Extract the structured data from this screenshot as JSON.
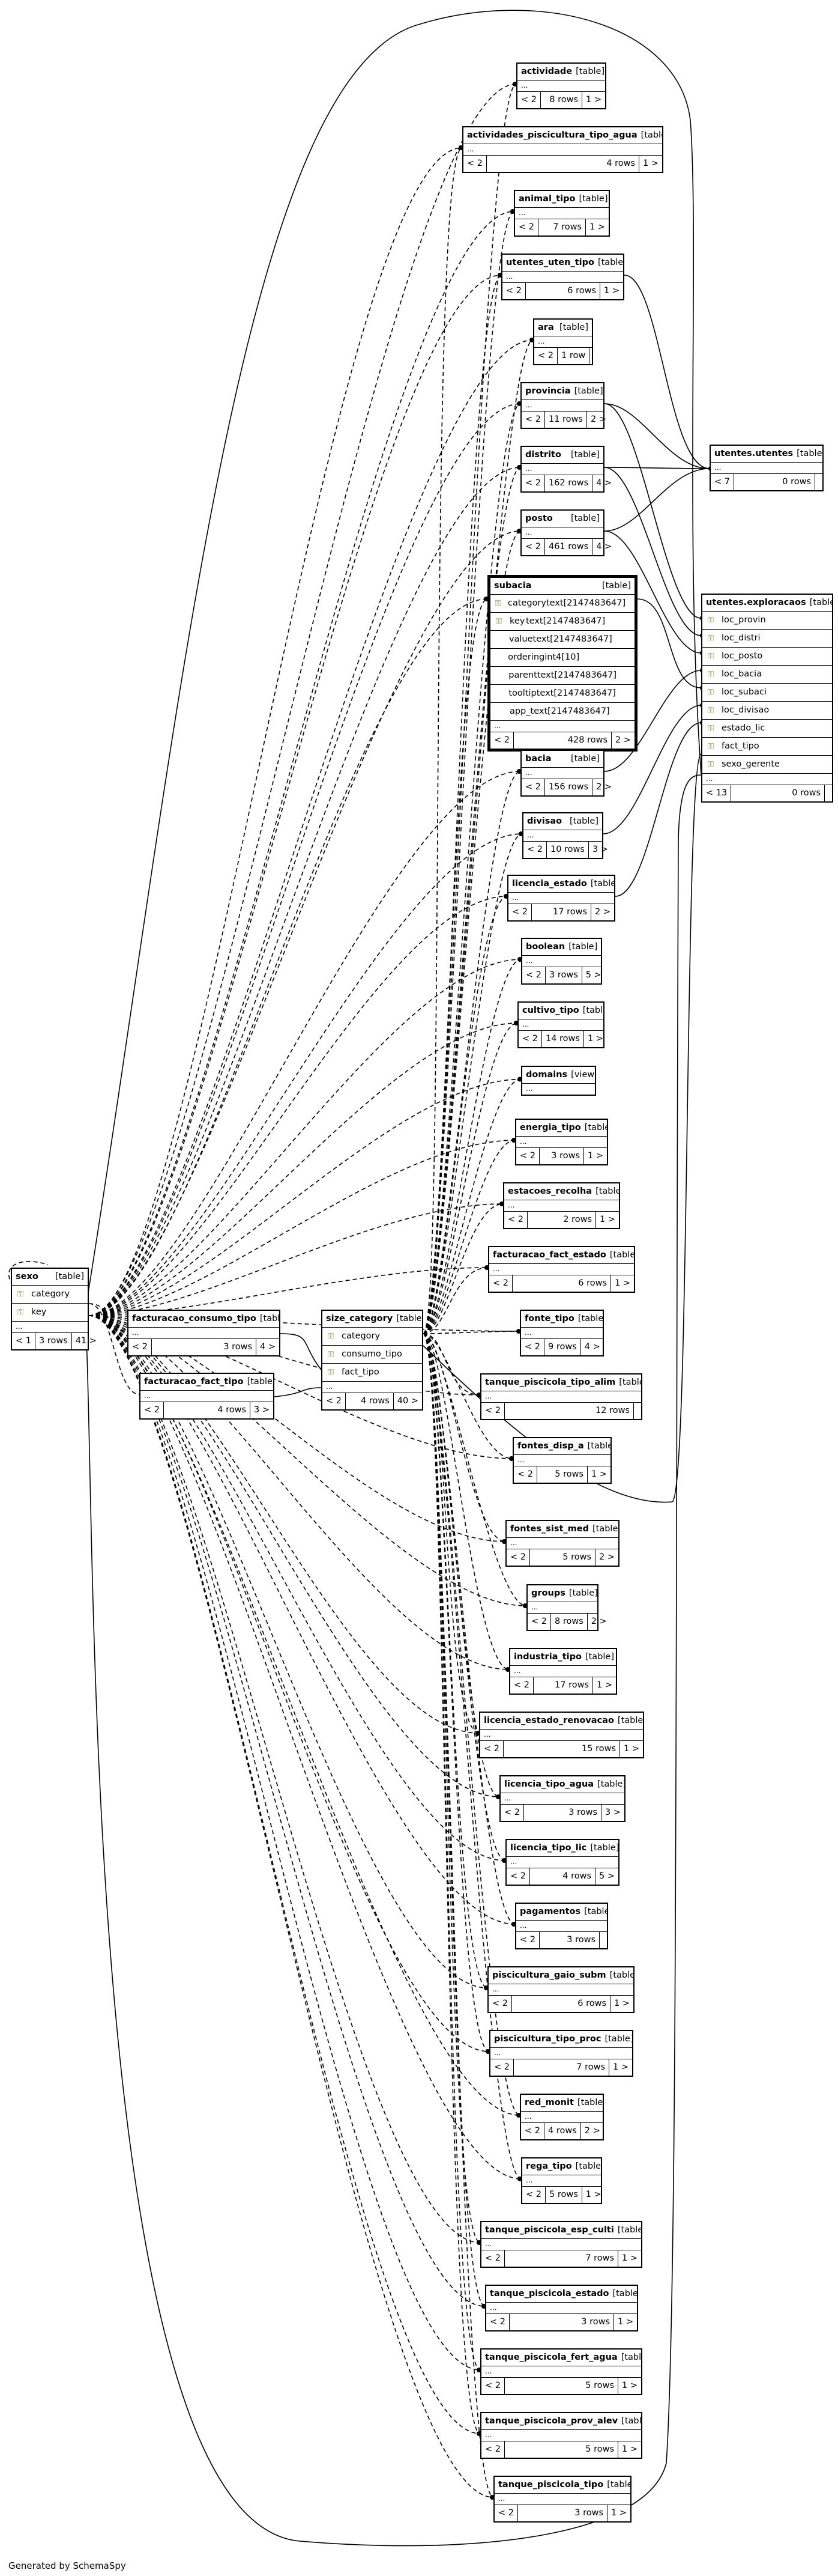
{
  "diagram": {
    "generated_by": "Generated by SchemaSpy",
    "tables": [
      {
        "id": "actividade",
        "name": "actividade",
        "type": "[table]",
        "nav_prev": "< 2",
        "rows": "8 rows",
        "nav_next": "1 >"
      },
      {
        "id": "actividades_piscicultura_tipo_agua",
        "name": "actividades_piscicultura_tipo_agua",
        "type": "[table]",
        "nav_prev": "< 2",
        "rows": "4 rows",
        "nav_next": "1 >"
      },
      {
        "id": "animal_tipo",
        "name": "animal_tipo",
        "type": "[table]",
        "nav_prev": "< 2",
        "rows": "7 rows",
        "nav_next": "1 >"
      },
      {
        "id": "utentes_uten_tipo",
        "name": "utentes_uten_tipo",
        "type": "[table]",
        "nav_prev": "< 2",
        "rows": "6 rows",
        "nav_next": "1 >"
      },
      {
        "id": "ara",
        "name": "ara",
        "type": "[table]",
        "nav_prev": "< 2",
        "rows": "1 row",
        "nav_next": ""
      },
      {
        "id": "provincia",
        "name": "provincia",
        "type": "[table]",
        "nav_prev": "< 2",
        "rows": "11 rows",
        "nav_next": "2 >"
      },
      {
        "id": "distrito",
        "name": "distrito",
        "type": "[table]",
        "nav_prev": "< 2",
        "rows": "162 rows",
        "nav_next": "4 >"
      },
      {
        "id": "posto",
        "name": "posto",
        "type": "[table]",
        "nav_prev": "< 2",
        "rows": "461 rows",
        "nav_next": "4 >"
      },
      {
        "id": "subacia",
        "name": "subacia",
        "type": "[table]",
        "nav_prev": "< 2",
        "rows": "428 rows",
        "nav_next": "2 >",
        "columns": [
          {
            "key": true,
            "name": "category",
            "type": "text[2147483647]"
          },
          {
            "key": true,
            "name": "key",
            "type": "text[2147483647]"
          },
          {
            "key": false,
            "name": "value",
            "type": "text[2147483647]"
          },
          {
            "key": false,
            "name": "ordering",
            "type": "int4[10]"
          },
          {
            "key": false,
            "name": "parent",
            "type": "text[2147483647]"
          },
          {
            "key": false,
            "name": "tooltip",
            "type": "text[2147483647]"
          },
          {
            "key": false,
            "name": "app",
            "type": "_text[2147483647]"
          }
        ]
      },
      {
        "id": "bacia",
        "name": "bacia",
        "type": "[table]",
        "nav_prev": "< 2",
        "rows": "156 rows",
        "nav_next": "2 >"
      },
      {
        "id": "divisao",
        "name": "divisao",
        "type": "[table]",
        "nav_prev": "< 2",
        "rows": "10 rows",
        "nav_next": "3 >"
      },
      {
        "id": "licencia_estado",
        "name": "licencia_estado",
        "type": "[table]",
        "nav_prev": "< 2",
        "rows": "17 rows",
        "nav_next": "2 >"
      },
      {
        "id": "boolean",
        "name": "boolean",
        "type": "[table]",
        "nav_prev": "< 2",
        "rows": "3 rows",
        "nav_next": "5 >"
      },
      {
        "id": "cultivo_tipo",
        "name": "cultivo_tipo",
        "type": "[table]",
        "nav_prev": "< 2",
        "rows": "14 rows",
        "nav_next": "1 >"
      },
      {
        "id": "domains",
        "name": "domains",
        "type": "[view]",
        "nav_prev": "",
        "rows": "",
        "nav_next": ""
      },
      {
        "id": "energia_tipo",
        "name": "energia_tipo",
        "type": "[table]",
        "nav_prev": "< 2",
        "rows": "3 rows",
        "nav_next": "1 >"
      },
      {
        "id": "estacoes_recolha",
        "name": "estacoes_recolha",
        "type": "[table]",
        "nav_prev": "< 2",
        "rows": "2 rows",
        "nav_next": "1 >"
      },
      {
        "id": "facturacao_fact_estado",
        "name": "facturacao_fact_estado",
        "type": "[table]",
        "nav_prev": "< 2",
        "rows": "6 rows",
        "nav_next": "1 >"
      },
      {
        "id": "fonte_tipo",
        "name": "fonte_tipo",
        "type": "[table]",
        "nav_prev": "< 2",
        "rows": "9 rows",
        "nav_next": "4 >"
      },
      {
        "id": "tanque_piscicola_tipo_alim",
        "name": "tanque_piscicola_tipo_alim",
        "type": "[table]",
        "nav_prev": "< 2",
        "rows": "12 rows",
        "nav_next": ""
      },
      {
        "id": "fontes_disp_a",
        "name": "fontes_disp_a",
        "type": "[table]",
        "nav_prev": "< 2",
        "rows": "5 rows",
        "nav_next": "1 >"
      },
      {
        "id": "fontes_sist_med",
        "name": "fontes_sist_med",
        "type": "[table]",
        "nav_prev": "< 2",
        "rows": "5 rows",
        "nav_next": "2 >"
      },
      {
        "id": "groups",
        "name": "groups",
        "type": "[table]",
        "nav_prev": "< 2",
        "rows": "8 rows",
        "nav_next": "2 >"
      },
      {
        "id": "industria_tipo",
        "name": "industria_tipo",
        "type": "[table]",
        "nav_prev": "< 2",
        "rows": "17 rows",
        "nav_next": "1 >"
      },
      {
        "id": "licencia_estado_renovacao",
        "name": "licencia_estado_renovacao",
        "type": "[table]",
        "nav_prev": "< 2",
        "rows": "15 rows",
        "nav_next": "1 >"
      },
      {
        "id": "licencia_tipo_agua",
        "name": "licencia_tipo_agua",
        "type": "[table]",
        "nav_prev": "< 2",
        "rows": "3 rows",
        "nav_next": "3 >"
      },
      {
        "id": "licencia_tipo_lic",
        "name": "licencia_tipo_lic",
        "type": "[table]",
        "nav_prev": "< 2",
        "rows": "4 rows",
        "nav_next": "5 >"
      },
      {
        "id": "pagamentos",
        "name": "pagamentos",
        "type": "[table]",
        "nav_prev": "< 2",
        "rows": "3 rows",
        "nav_next": ""
      },
      {
        "id": "piscicultura_gaio_subm",
        "name": "piscicultura_gaio_subm",
        "type": "[table]",
        "nav_prev": "< 2",
        "rows": "6 rows",
        "nav_next": "1 >"
      },
      {
        "id": "piscicultura_tipo_proc",
        "name": "piscicultura_tipo_proc",
        "type": "[table]",
        "nav_prev": "< 2",
        "rows": "7 rows",
        "nav_next": "1 >"
      },
      {
        "id": "red_monit",
        "name": "red_monit",
        "type": "[table]",
        "nav_prev": "< 2",
        "rows": "4 rows",
        "nav_next": "2 >"
      },
      {
        "id": "rega_tipo",
        "name": "rega_tipo",
        "type": "[table]",
        "nav_prev": "< 2",
        "rows": "5 rows",
        "nav_next": "1 >"
      },
      {
        "id": "tanque_piscicola_esp_culti",
        "name": "tanque_piscicola_esp_culti",
        "type": "[table]",
        "nav_prev": "< 2",
        "rows": "7 rows",
        "nav_next": "1 >"
      },
      {
        "id": "tanque_piscicola_estado",
        "name": "tanque_piscicola_estado",
        "type": "[table]",
        "nav_prev": "< 2",
        "rows": "3 rows",
        "nav_next": "1 >"
      },
      {
        "id": "tanque_piscicola_fert_agua",
        "name": "tanque_piscicola_fert_agua",
        "type": "[table]",
        "nav_prev": "< 2",
        "rows": "5 rows",
        "nav_next": "1 >"
      },
      {
        "id": "tanque_piscicola_prov_alev",
        "name": "tanque_piscicola_prov_alev",
        "type": "[table]",
        "nav_prev": "< 2",
        "rows": "5 rows",
        "nav_next": "1 >"
      },
      {
        "id": "tanque_piscicola_tipo",
        "name": "tanque_piscicola_tipo",
        "type": "[table]",
        "nav_prev": "< 2",
        "rows": "3 rows",
        "nav_next": "1 >"
      },
      {
        "id": "sexo",
        "name": "sexo",
        "type": "[table]",
        "nav_prev": "< 1",
        "rows": "3 rows",
        "nav_next": "41 >",
        "columns": [
          {
            "key": true,
            "name": "category"
          },
          {
            "key": true,
            "name": "key"
          }
        ]
      },
      {
        "id": "facturacao_consumo_tipo",
        "name": "facturacao_consumo_tipo",
        "type": "[table]",
        "nav_prev": "< 2",
        "rows": "3 rows",
        "nav_next": "4 >"
      },
      {
        "id": "facturacao_fact_tipo",
        "name": "facturacao_fact_tipo",
        "type": "[table]",
        "nav_prev": "< 2",
        "rows": "4 rows",
        "nav_next": "3 >"
      },
      {
        "id": "size_category",
        "name": "size_category",
        "type": "[table]",
        "nav_prev": "< 2",
        "rows": "4 rows",
        "nav_next": "40 >",
        "columns": [
          {
            "key": true,
            "name": "category"
          },
          {
            "key": true,
            "name": "consumo_tipo"
          },
          {
            "key": true,
            "name": "fact_tipo"
          }
        ]
      },
      {
        "id": "utentes_utentes",
        "name": "utentes.utentes",
        "type": "[table]",
        "nav_prev": "< 7",
        "rows": "0 rows",
        "nav_next": ""
      },
      {
        "id": "utentes_exploracaos",
        "name": "utentes.exploracaos",
        "type": "[table]",
        "nav_prev": "< 13",
        "rows": "0 rows",
        "nav_next": "",
        "columns": [
          {
            "key": true,
            "name": "loc_provin"
          },
          {
            "key": true,
            "name": "loc_distri"
          },
          {
            "key": true,
            "name": "loc_posto"
          },
          {
            "key": true,
            "name": "loc_bacia"
          },
          {
            "key": true,
            "name": "loc_subaci"
          },
          {
            "key": true,
            "name": "loc_divisao"
          },
          {
            "key": true,
            "name": "estado_lic"
          },
          {
            "key": true,
            "name": "fact_tipo"
          },
          {
            "key": true,
            "name": "sexo_gerente"
          }
        ]
      }
    ]
  }
}
